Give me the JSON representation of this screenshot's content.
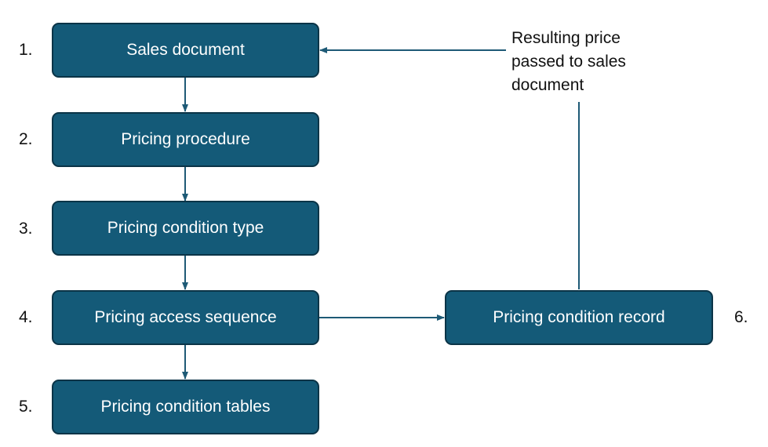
{
  "steps": [
    {
      "number": "1.",
      "label": "Sales document"
    },
    {
      "number": "2.",
      "label": "Pricing procedure"
    },
    {
      "number": "3.",
      "label": "Pricing condition type"
    },
    {
      "number": "4.",
      "label": "Pricing access sequence"
    },
    {
      "number": "5.",
      "label": "Pricing condition tables"
    },
    {
      "number": "6.",
      "label": "Pricing condition record"
    }
  ],
  "note": {
    "lines": [
      "Resulting price",
      "passed to sales",
      "document"
    ]
  },
  "colors": {
    "box_fill": "#145a78",
    "box_border": "#0b3447",
    "connector": "#1e5a76"
  }
}
